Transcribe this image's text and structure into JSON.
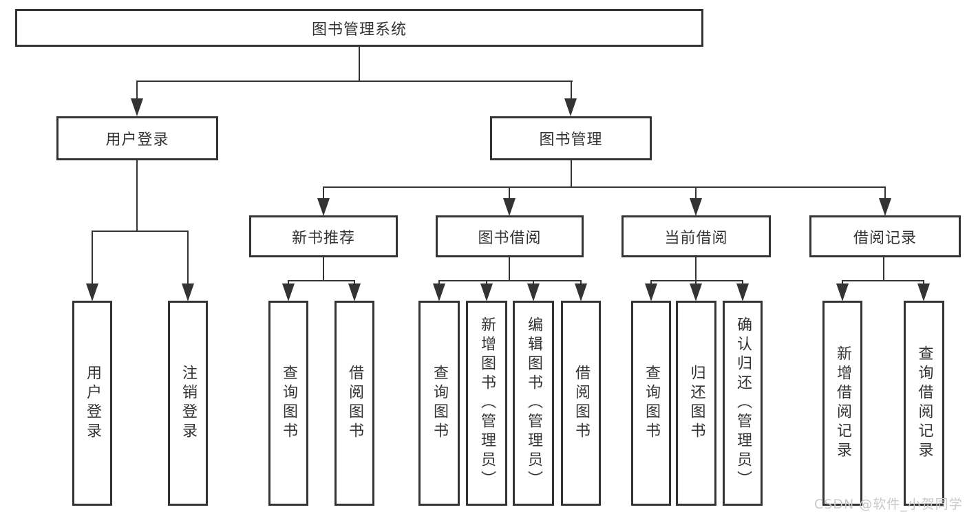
{
  "diagram_title": "图书管理系统",
  "tree": {
    "root": "图书管理系统",
    "children": [
      {
        "label": "用户登录",
        "children": [
          "用户登录",
          "注销登录"
        ]
      },
      {
        "label": "图书管理",
        "children": [
          {
            "label": "新书推荐",
            "children": [
              "查询图书",
              "借阅图书"
            ]
          },
          {
            "label": "图书借阅",
            "children": [
              "查询图书",
              "新增图书（管理员）",
              "编辑图书（管理员）",
              "借阅图书"
            ]
          },
          {
            "label": "当前借阅",
            "children": [
              "查询图书",
              "归还图书",
              "确认归还（管理员）"
            ]
          },
          {
            "label": "借阅记录",
            "children": [
              "新增借阅记录",
              "查询借阅记录"
            ]
          }
        ]
      }
    ]
  },
  "watermark": {
    "text": "CSDN @软件_小贺同学"
  },
  "colors": {
    "line": "#333333",
    "box_border": "#333333",
    "text": "#333333",
    "background": "#ffffff",
    "watermark": "#c9c9c9"
  }
}
